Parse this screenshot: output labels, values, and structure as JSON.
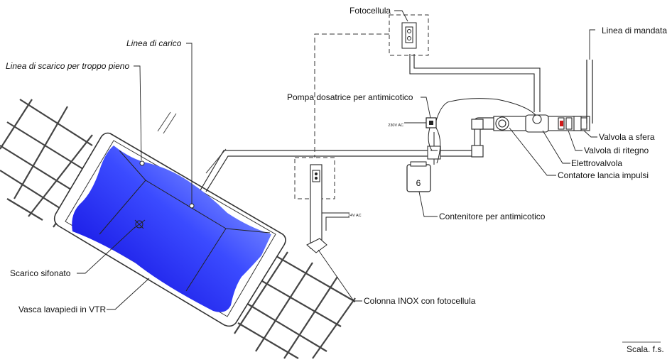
{
  "labels": {
    "fotocellula": "Fotocellula",
    "linea_mandata": "Linea di mandata",
    "linea_carico": "Linea di carico",
    "linea_scarico": "Linea di scarico per troppo pieno",
    "pompa": "Pompa dosatrice per antimicotico",
    "voltage_230": "230V AC",
    "voltage_24": "24V AC",
    "valvola_sfera": "Valvola a sfera",
    "valvola_ritegno": "Valvola di ritegno",
    "elettrovalvola": "Elettrovalvola",
    "contatore": "Contatore lancia impulsi",
    "contenitore": "Contenitore per antimicotico",
    "scarico_sifonato": "Scarico sifonato",
    "vasca": "Vasca lavapiedi in VTR",
    "colonna": "Colonna INOX con fotocellula",
    "scala": "Scala. f.s."
  },
  "colors": {
    "water_dark": "#0a00d6",
    "water_light": "#9fb3ff",
    "line": "#222222",
    "valve_red": "#d11a1a"
  }
}
